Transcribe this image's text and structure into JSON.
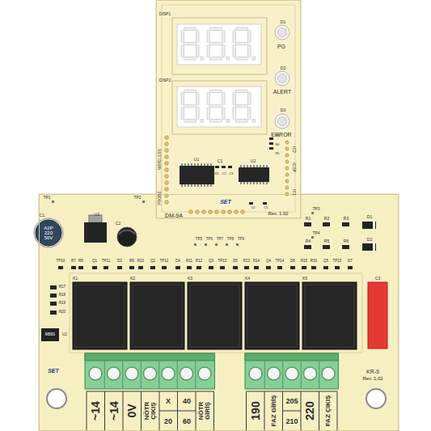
{
  "diagram": {
    "nodes": [
      {
        "text": [
          "KR-9",
          "Rev. 1.02"
        ]
      },
      {
        "text": [
          "DM-9A",
          "Rev. 1.02"
        ]
      }
    ],
    "labels": [
      "DISP1",
      "D1",
      "PG",
      "DISP2",
      "D2",
      "ALERT",
      "D3",
      "ERROR",
      "R3",
      "R4",
      "R5",
      "IC2",
      "ICSP",
      "IC1",
      "WIRELESS",
      "PROBE",
      "U1",
      "C1",
      "R1",
      "C2",
      "C3",
      "U2",
      "C4",
      "C5",
      "TP1",
      "TP2",
      "C1",
      "U1",
      "C2",
      "A2P 220 50V",
      "TP3",
      "R1",
      "R2",
      "R3",
      "D1",
      "TP4",
      "R4",
      "R5",
      "R6",
      "D2",
      "TP5",
      "TP6",
      "TP7",
      "TP8",
      "TP9",
      "TP10",
      "R7",
      "R8",
      "Q1",
      "TP11",
      "D3",
      "R9",
      "R10",
      "Q2",
      "TP12",
      "D4",
      "R11",
      "R12",
      "Q3",
      "TP13",
      "D5",
      "R13",
      "R14",
      "Q4",
      "TP14",
      "D6",
      "R15",
      "R16",
      "Q5",
      "TP15",
      "D7",
      "K1",
      "K2",
      "K3",
      "K4",
      "K5",
      "C3",
      "R17",
      "R18",
      "R19",
      "R20",
      "MB6S",
      "U2",
      "SET",
      "SET",
      "~14",
      "~14",
      "0V",
      "NÖTR ÇIKIŞ",
      "X",
      "20",
      "40",
      "60",
      "NÖTR GİRİŞ",
      "190",
      "FAZ GİRİŞ",
      "205",
      "210",
      "220",
      "FAZ ÇIKIŞ"
    ]
  }
}
